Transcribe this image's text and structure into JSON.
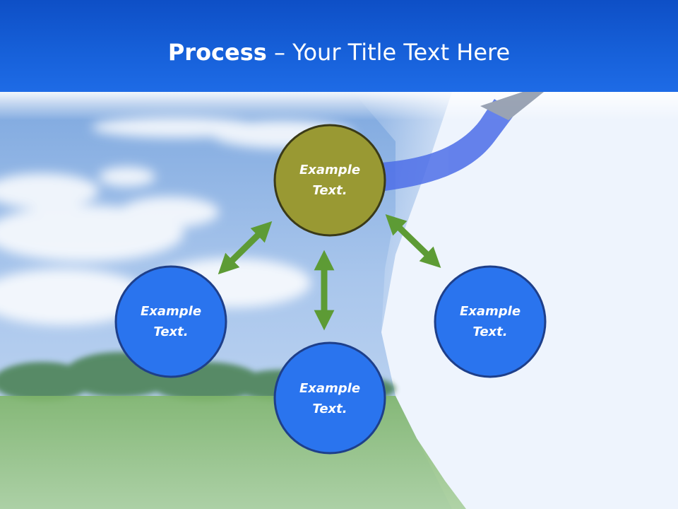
{
  "title": {
    "bold": "Process",
    "separator": " – ",
    "rest": "Your Title Text Here"
  },
  "nodes": [
    {
      "id": "top",
      "line1": "Example",
      "line2": "Text.",
      "color": "#999933"
    },
    {
      "id": "left",
      "line1": "Example",
      "line2": "Text.",
      "color": "#2a74ee"
    },
    {
      "id": "right",
      "line1": "Example",
      "line2": "Text.",
      "color": "#2a74ee"
    },
    {
      "id": "bottom",
      "line1": "Example",
      "line2": "Text.",
      "color": "#2a74ee"
    }
  ],
  "colors": {
    "title_bar": "#1761da",
    "arrow": "#5d9b35",
    "circle_outline": "#1e3f8a",
    "top_circle_outline": "#3a3a18"
  }
}
